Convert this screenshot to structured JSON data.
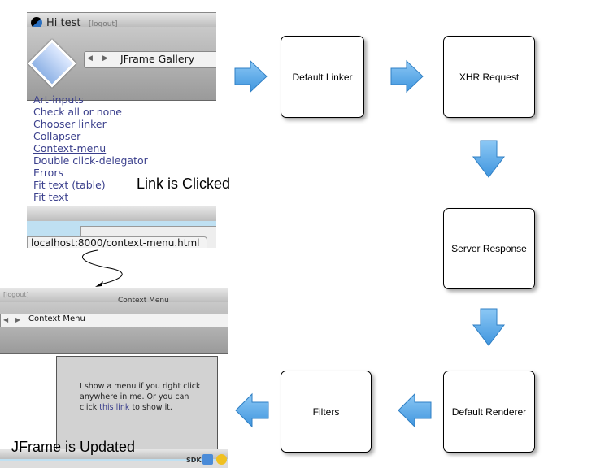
{
  "steps": {
    "linker": "Default Linker",
    "xhr": "XHR Request",
    "response": "Server Response",
    "renderer": "Default Renderer",
    "filters": "Filters"
  },
  "before": {
    "greeting": "Hi test",
    "logout": "[logout]",
    "frame_title": "JFrame Gallery",
    "links": [
      "Art-inputs",
      "Check all or none",
      "Chooser linker",
      "Collapser",
      "Context-menu",
      "Double click-delegator",
      "Errors",
      "Fit text (table)",
      "Fit text"
    ],
    "status_url": "localhost:8000/context-menu.html",
    "caption": "Link is Clicked"
  },
  "after": {
    "logout": "[logout]",
    "window_title": "Context Menu",
    "frame_title": "Context Menu",
    "content_text": "I show a menu if you right click anywhere in me. Or you can click",
    "content_link": "this link",
    "content_tail": " to show it.",
    "dock_label": "SDK",
    "caption": "JFrame is Updated"
  },
  "colors": {
    "arrow": "#4aa3e8",
    "link": "#3a3f8c"
  }
}
